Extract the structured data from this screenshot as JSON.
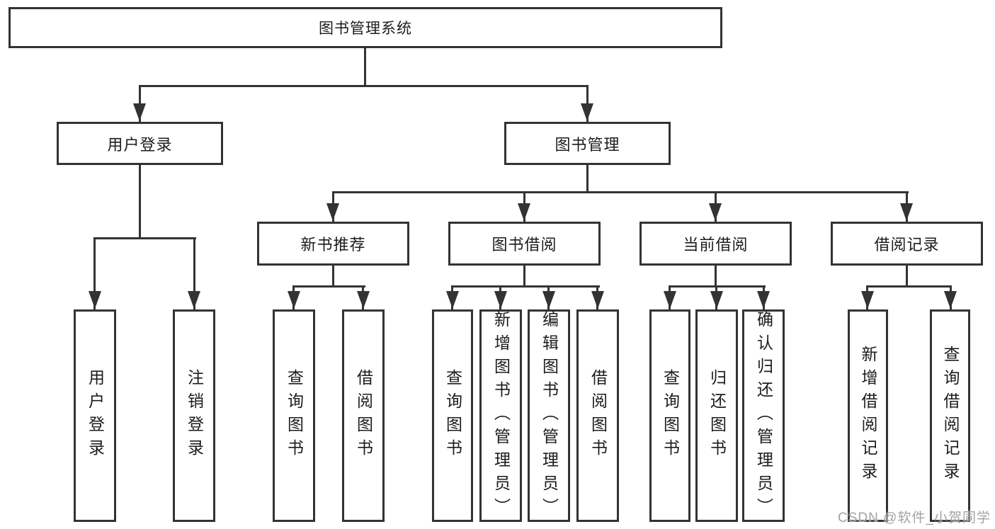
{
  "colors": {
    "line": "#333333",
    "text": "#1c1c1c",
    "watermark_gray": "#a3a3a3",
    "background": "#ffffff"
  },
  "root": "图书管理系统",
  "login_branch": {
    "label": "用户登录",
    "children": [
      "用户登录",
      "注销登录"
    ]
  },
  "manage_branch": {
    "label": "图书管理",
    "sections": [
      {
        "label": "新书推荐",
        "children": [
          "查询图书",
          "借阅图书"
        ]
      },
      {
        "label": "图书借阅",
        "children": [
          "查询图书",
          "新增图书（管理员）",
          "编辑图书（管理员）",
          "借阅图书"
        ]
      },
      {
        "label": "当前借阅",
        "children": [
          "查询图书",
          "归还图书",
          "确认归还（管理员）"
        ]
      },
      {
        "label": "借阅记录",
        "children": [
          "新增借阅记录",
          "查询借阅记录"
        ]
      }
    ]
  },
  "watermark": "CSDN @软件_小贺同学"
}
